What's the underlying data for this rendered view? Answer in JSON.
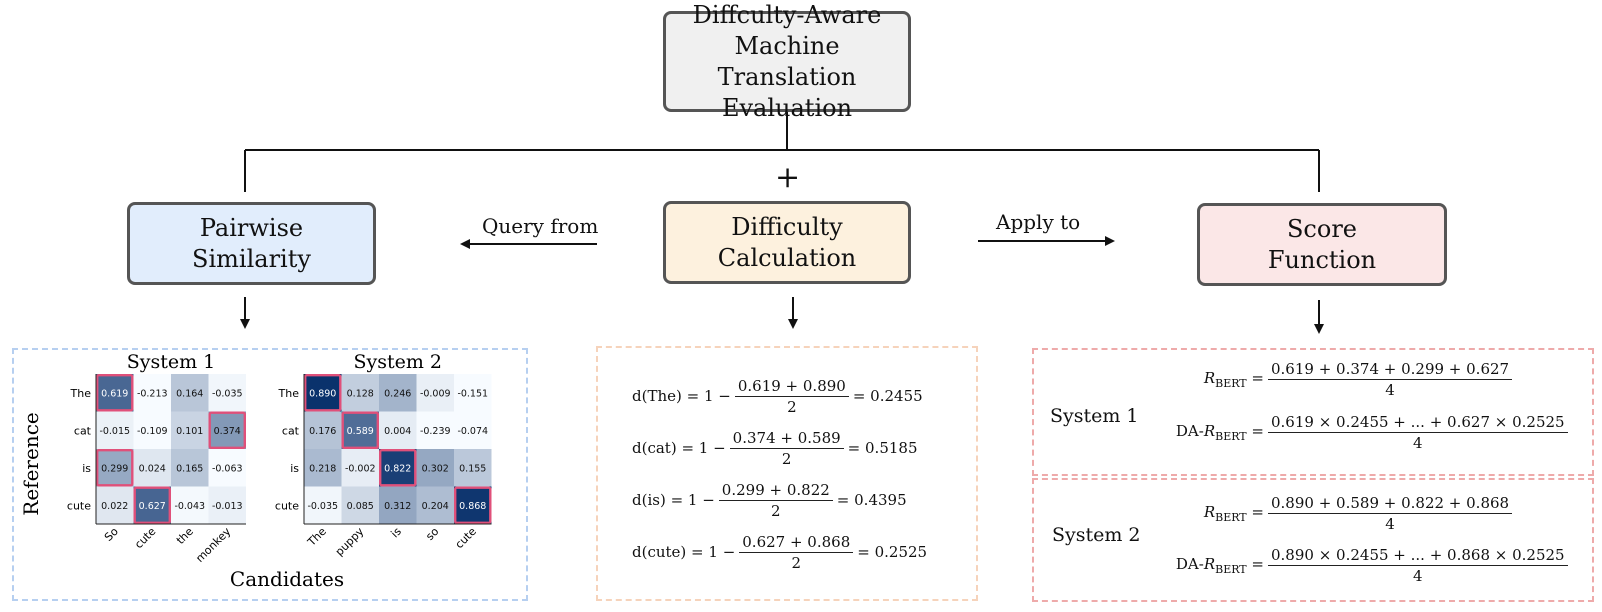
{
  "top_box": {
    "lines": [
      "Diffculty-Aware",
      "Machine Translation",
      "Evaluation"
    ]
  },
  "plus_sign": "+",
  "boxes": {
    "pairwise": {
      "lines": [
        "Pairwise",
        "Similarity"
      ],
      "fill": "#e1edfc"
    },
    "difficulty": {
      "lines": [
        "Difficulty",
        "Calculation"
      ],
      "fill": "#fdf1de"
    },
    "score": {
      "lines": [
        "Score",
        "Function"
      ],
      "fill": "#fbe7e7"
    }
  },
  "edge_labels": {
    "query": "Query from",
    "apply": "Apply to"
  },
  "heatmaps": {
    "y_axis_label": "Reference",
    "x_axis_label": "Candidates",
    "highlight_color": "#e0507a",
    "systems": [
      {
        "title": "System 1",
        "rows": [
          "The",
          "cat",
          "is",
          "cute"
        ],
        "cols": [
          "So",
          "cute",
          "the",
          "monkey"
        ],
        "values": [
          [
            "0.619",
            "-0.213",
            "0.164",
            "-0.035"
          ],
          [
            "-0.015",
            "-0.109",
            "0.101",
            "0.374"
          ],
          [
            "0.299",
            "0.024",
            "0.165",
            "-0.063"
          ],
          [
            "0.022",
            "0.627",
            "-0.043",
            "-0.013"
          ]
        ],
        "highlight": [
          [
            0,
            0
          ],
          [
            1,
            3
          ],
          [
            2,
            0
          ],
          [
            3,
            1
          ]
        ]
      },
      {
        "title": "System 2",
        "rows": [
          "The",
          "cat",
          "is",
          "cute"
        ],
        "cols": [
          "The",
          "puppy",
          "is",
          "so",
          "cute"
        ],
        "values": [
          [
            "0.890",
            "0.128",
            "0.246",
            "-0.009",
            "-0.151"
          ],
          [
            "0.176",
            "0.589",
            "0.004",
            "-0.239",
            "-0.074"
          ],
          [
            "0.218",
            "-0.002",
            "0.822",
            "0.302",
            "0.155"
          ],
          [
            "-0.035",
            "0.085",
            "0.312",
            "0.204",
            "0.868"
          ]
        ],
        "highlight": [
          [
            0,
            0
          ],
          [
            1,
            1
          ],
          [
            2,
            2
          ],
          [
            3,
            4
          ]
        ]
      }
    ]
  },
  "difficulty_eqs": [
    {
      "lhs": "d(The) = 1 −",
      "num": "0.619 + 0.890",
      "den": "2",
      "rhs": "= 0.2455"
    },
    {
      "lhs": "d(cat) = 1 −",
      "num": "0.374 + 0.589",
      "den": "2",
      "rhs": "= 0.5185"
    },
    {
      "lhs": "d(is) = 1 −",
      "num": "0.299 + 0.822",
      "den": "2",
      "rhs": "= 0.4395"
    },
    {
      "lhs": "d(cute) = 1 −",
      "num": "0.627 + 0.868",
      "den": "2",
      "rhs": "= 0.2525"
    }
  ],
  "score_systems": [
    {
      "label": "System 1",
      "r_lhs": "R",
      "r_sub": "BERT",
      "r_num": "0.619 + 0.374 + 0.299 + 0.627",
      "r_den": "4",
      "da_prefix": "DA-",
      "da_num": "0.619 × 0.2455 + ... + 0.627 × 0.2525",
      "da_den": "4"
    },
    {
      "label": "System 2",
      "r_lhs": "R",
      "r_sub": "BERT",
      "r_num": "0.890 + 0.589 + 0.822 + 0.868",
      "r_den": "4",
      "da_prefix": "DA-",
      "da_num": "0.890 × 0.2455 + ... + 0.868 × 0.2525",
      "da_den": "4"
    }
  ],
  "colors": {
    "pairwise_panel_border": "#b6cff0",
    "difficulty_panel_border": "#f6d3bb",
    "score_panel_border": "#eeaaaa",
    "top_box_fill": "#f0f0f0"
  }
}
